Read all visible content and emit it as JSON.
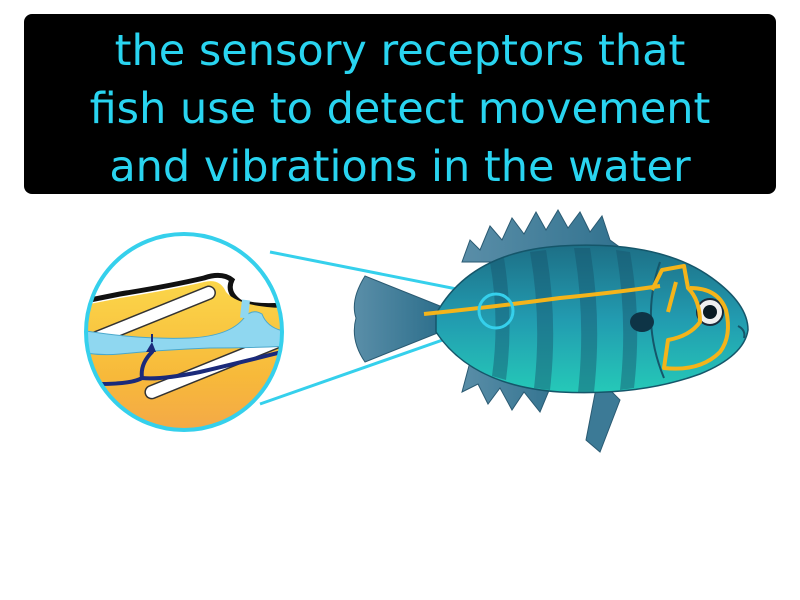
{
  "caption": {
    "lines": [
      "the sensory receptors that",
      "fish use to detect movement",
      "and vibrations in the water"
    ]
  },
  "colors": {
    "caption_text": "#29d4f0",
    "caption_background": "#000000",
    "lateral_line": "#f4b41a",
    "magnifier_ring": "#35d0ec",
    "fish_body": "#1f8fa4",
    "canal_water": "#8fd7f0",
    "nerve": "#1a2a7a"
  },
  "illustration": {
    "subject_icon": "fish-icon",
    "detail_icon": "lateral-line-canal-icon"
  }
}
